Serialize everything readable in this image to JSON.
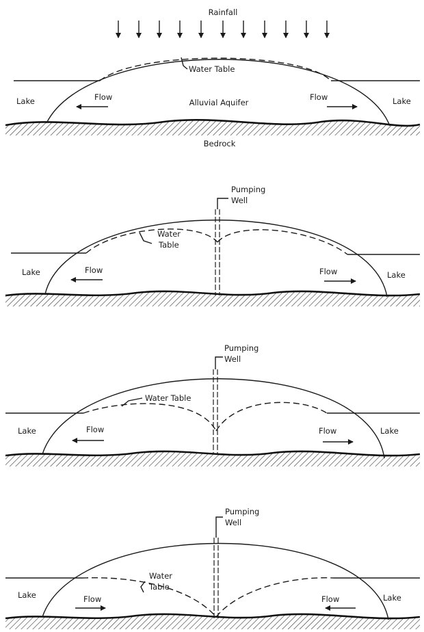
{
  "panel1": {
    "rainfall": "Rainfall",
    "water_table": "Water Table",
    "lake_left": "Lake",
    "lake_right": "Lake",
    "flow_left": "Flow",
    "flow_right": "Flow",
    "aquifer": "Alluvial Aquifer",
    "bedrock": "Bedrock"
  },
  "panel2": {
    "well_line1": "Pumping",
    "well_line2": "Well",
    "water_table_line1": "Water",
    "water_table_line2": "Table",
    "lake_left": "Lake",
    "lake_right": "Lake",
    "flow_left": "Flow",
    "flow_right": "Flow"
  },
  "panel3": {
    "well_line1": "Pumping",
    "well_line2": "Well",
    "water_table": "Water Table",
    "lake_left": "Lake",
    "lake_right": "Lake",
    "flow_left": "Flow",
    "flow_right": "Flow"
  },
  "panel4": {
    "well_line1": "Pumping",
    "well_line2": "Well",
    "water_table_line1": "Water",
    "water_table_line2": "Table",
    "lake_left": "Lake",
    "lake_right": "Lake",
    "flow_left": "Flow",
    "flow_right": "Flow"
  }
}
